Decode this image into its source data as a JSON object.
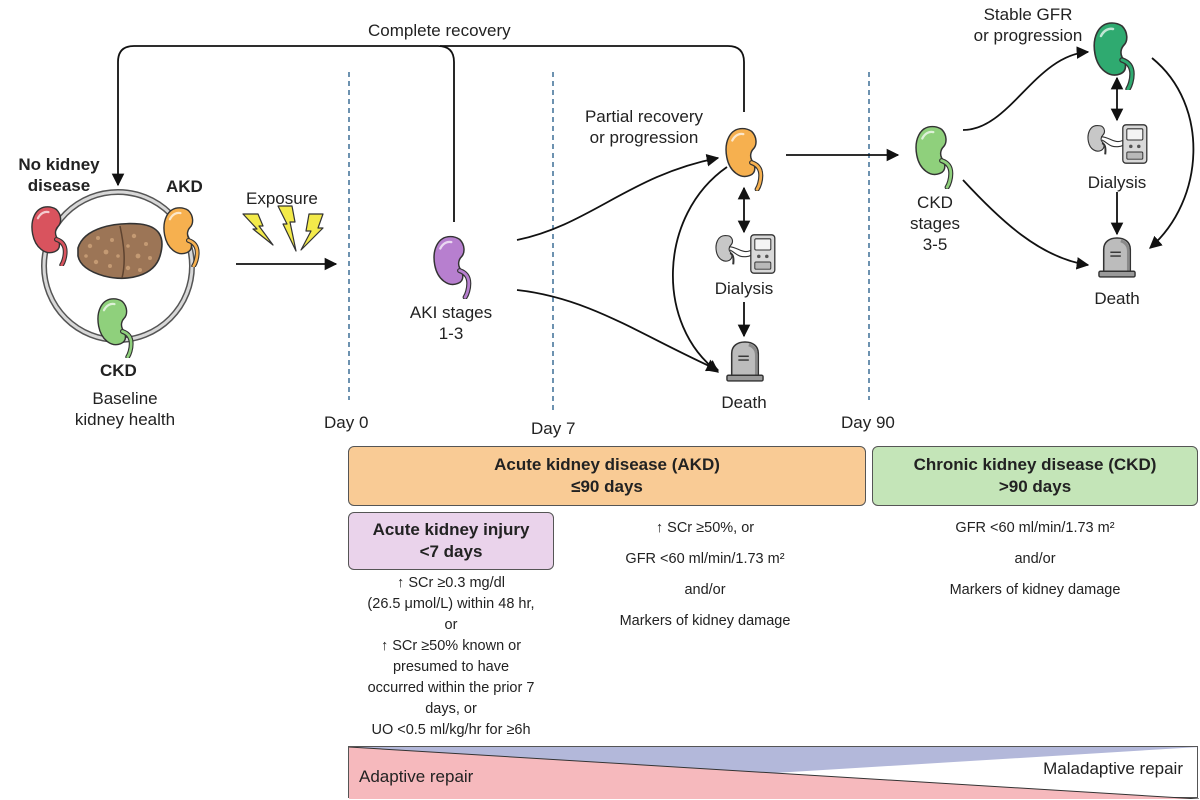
{
  "labels": {
    "complete_recovery": "Complete recovery",
    "no_kidney_disease_line1": "No kidney",
    "no_kidney_disease_line2": "disease",
    "akd_ring": "AKD",
    "ckd_ring": "CKD",
    "baseline_line1": "Baseline",
    "baseline_line2": "kidney health",
    "exposure": "Exposure",
    "aki_stages_line1": "AKI stages",
    "aki_stages_line2": "1-3",
    "partial_recovery_line1": "Partial recovery",
    "partial_recovery_line2": "or progression",
    "dialysis_akd": "Dialysis",
    "death_akd": "Death",
    "ckd_stages_line1": "CKD",
    "ckd_stages_line2": "stages",
    "ckd_stages_line3": "3-5",
    "stable_gfr_line1": "Stable GFR",
    "stable_gfr_line2": "or progression",
    "dialysis_ckd": "Dialysis",
    "death_ckd": "Death",
    "day0": "Day 0",
    "day7": "Day 7",
    "day90": "Day 90"
  },
  "boxes": {
    "akd_title_line1": "Acute kidney disease (AKD)",
    "akd_title_line2": "≤90 days",
    "ckd_title_line1": "Chronic kidney disease (CKD)",
    "ckd_title_line2": ">90 days",
    "aki_title_line1": "Acute kidney injury",
    "aki_title_line2": "<7 days"
  },
  "criteria": {
    "aki": [
      "↑ SCr ≥0.3 mg/dl",
      "(26.5 μmol/L) within 48 hr,",
      "or",
      "↑ SCr ≥50% known or",
      "presumed to have",
      "occurred within the prior 7",
      "days, or",
      "UO <0.5 ml/kg/hr for ≥6h"
    ],
    "akd_line1": "↑ SCr ≥50%, or",
    "akd_line2": "GFR <60 ml/min/1.73 m²",
    "akd_line3": "and/or",
    "akd_line4": "Markers of kidney damage",
    "ckd_line1": "GFR <60 ml/min/1.73 m²",
    "ckd_line2": "and/or",
    "ckd_line3": "Markers of kidney damage"
  },
  "repair": {
    "adaptive": "Adaptive repair",
    "maladaptive": "Maladaptive repair"
  },
  "colors": {
    "kidney_red": "#d9535e",
    "kidney_orange": "#f6b04f",
    "kidney_green": "#8fd07c",
    "kidney_purple": "#b77fcf",
    "kidney_dark_green": "#2faa70",
    "kidney_gray": "#b9b9b9",
    "akd_box_fill": "#f9cb95",
    "ckd_box_fill": "#c4e5b8",
    "aki_box_fill": "#ead3eb",
    "adaptive_fill": "#f6b9bd",
    "maladaptive_fill": "#b3b8da",
    "liver_fill": "#9c7556",
    "bolt_fill": "#f3ea4a",
    "dashed_line": "#3d6f96"
  }
}
